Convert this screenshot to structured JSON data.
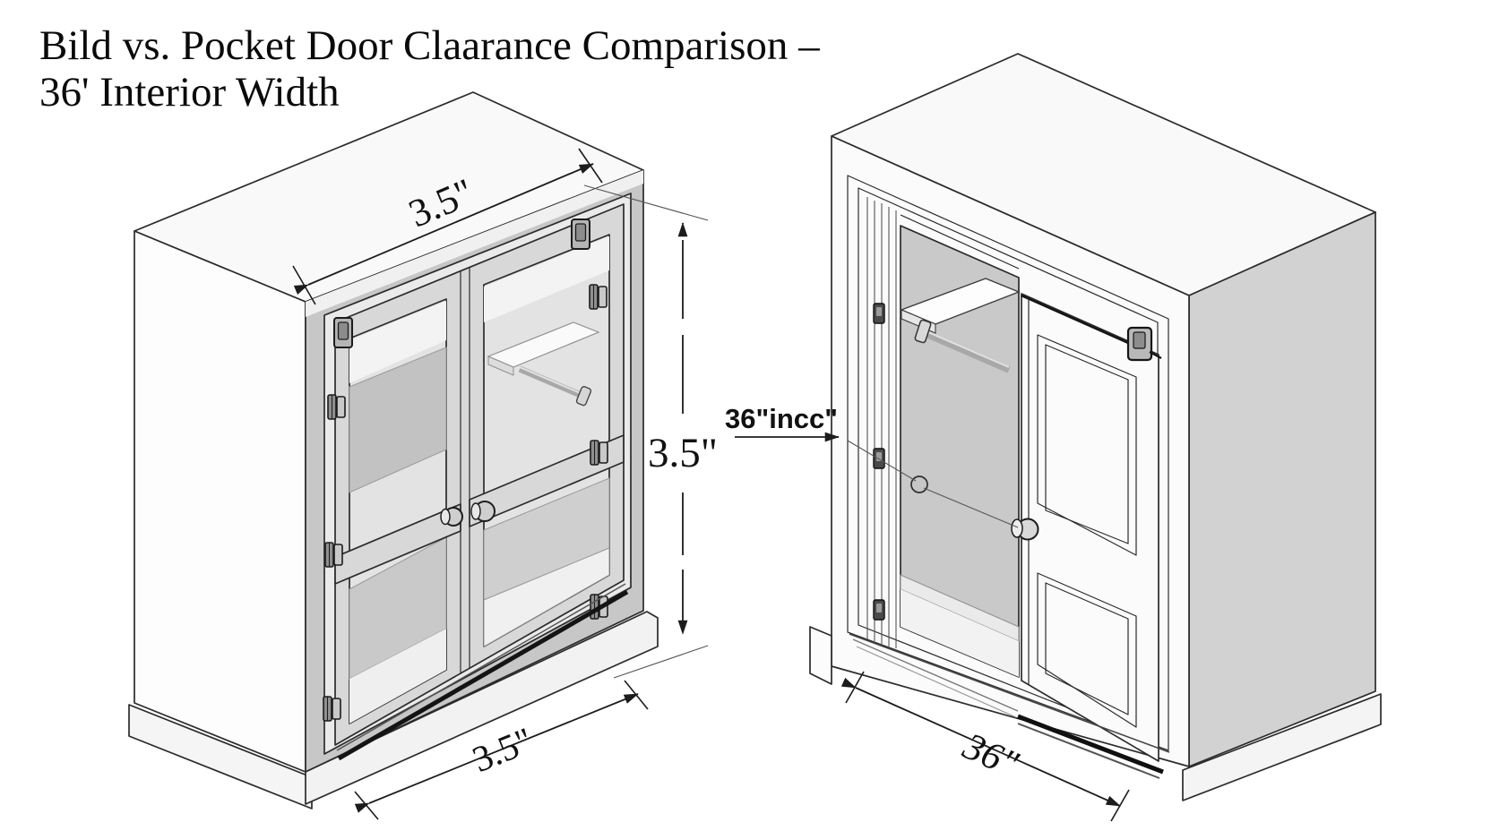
{
  "title": {
    "line1": "Bild vs. Pocket Door Claarance Comparison –",
    "line2": "36' Interior Width"
  },
  "left_figure": {
    "dim_top": "3.5\"",
    "dim_side": "3.5\"",
    "dim_bottom": "3.5\""
  },
  "right_figure": {
    "callout": "36\"incc\"",
    "dim_bottom": "36\""
  },
  "colors": {
    "top_face": "#f9f9f9",
    "side_white": "#fdfdfd",
    "side_gray": "#d2d2d2",
    "face_gray": "#c7c7c7",
    "frame_white": "#eaeaea",
    "door_gray": "#d8d8d8",
    "glass": "#e3e3e3",
    "glass_highlight": "#f3f3f3",
    "interior_gray": "#c9c9c9",
    "front_white": "#fbfbfb",
    "hardware_gray": "#b5b5b5"
  }
}
